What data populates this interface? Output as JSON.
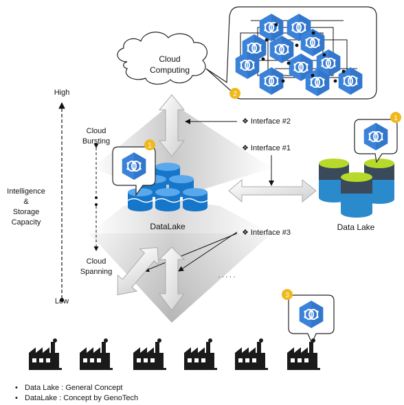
{
  "cloud": {
    "label_line1": "Cloud",
    "label_line2": "Computing"
  },
  "axis": {
    "high": "High",
    "low": "Low",
    "side_label": [
      "Intelligence",
      "&",
      "Storage",
      "Capacity"
    ]
  },
  "cloud_bursting": [
    "Cloud",
    "Bursting"
  ],
  "cloud_spanning": [
    "Cloud",
    "Spanning"
  ],
  "interfaces": {
    "i2": "❖ Interface #2",
    "i1": "❖ Interface #1",
    "i3": "❖ Interface #3"
  },
  "datalake_center": "DataLake",
  "datalake_right": "Data Lake",
  "ellipsis": ". . . . .",
  "badges": {
    "b1a": "1",
    "b1b": "1",
    "b2": "2",
    "b3": "3"
  },
  "notes": [
    "Data Lake :  General Concept",
    "DataLake  : Concept by GenoTech"
  ],
  "colors": {
    "hex_blue": "#2f7fd6",
    "db_blue": "#1676c9",
    "badge": "#f0b81a",
    "lake_green": "#b7d92a"
  },
  "icons": [
    "brain-hex-icon",
    "factory-icon",
    "database-icon",
    "cloud-icon"
  ]
}
